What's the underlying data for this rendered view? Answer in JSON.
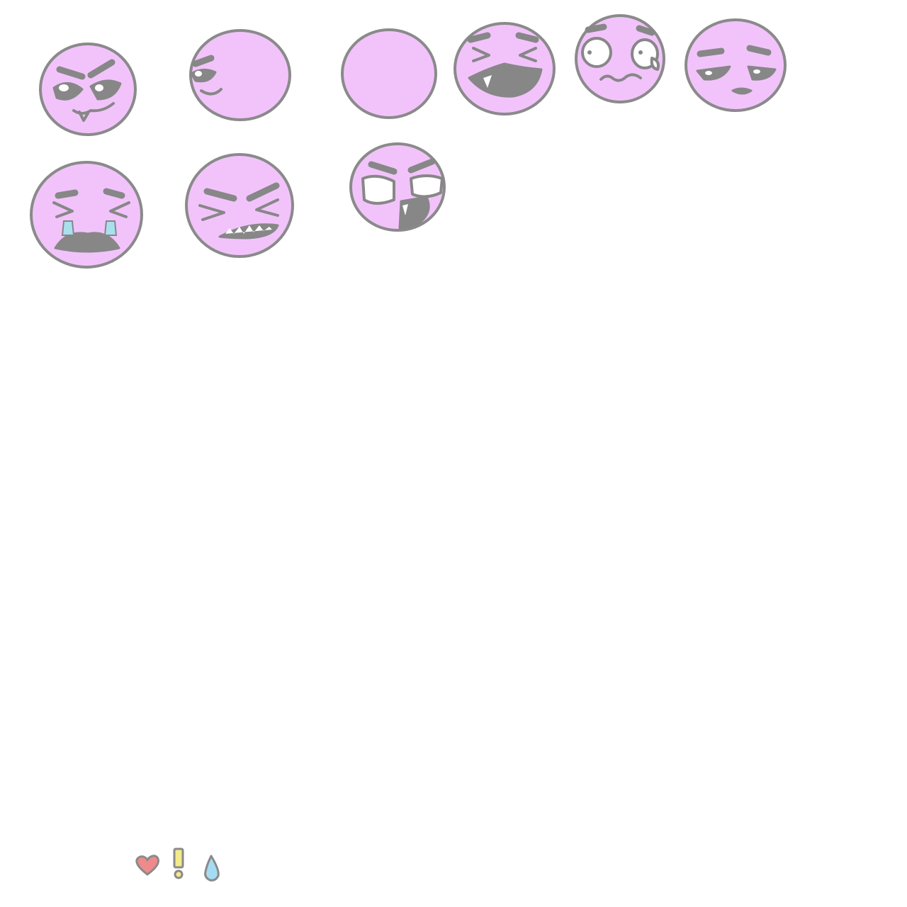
{
  "colors": {
    "background": "#ffffff",
    "face_fill": "#f2c3fb",
    "outline": "#8a8a8a",
    "dark_feature": "#878787",
    "eye_white": "#ffffff",
    "tear": "#a9e0ee",
    "heart": "#ef8a8a",
    "exclamation": "#f3ea8a",
    "droplet": "#a6dcf2"
  },
  "faces": [
    {
      "expression": "smug",
      "row": 1,
      "col": 1
    },
    {
      "expression": "side-glance-smile",
      "row": 1,
      "col": 2
    },
    {
      "expression": "blank",
      "row": 1,
      "col": 3
    },
    {
      "expression": "laughing",
      "row": 1,
      "col": 4
    },
    {
      "expression": "shocked-nervous",
      "row": 1,
      "col": 5
    },
    {
      "expression": "unimpressed",
      "row": 1,
      "col": 6
    },
    {
      "expression": "crying-laugh",
      "row": 2,
      "col": 1
    },
    {
      "expression": "angry-teeth",
      "row": 2,
      "col": 2
    },
    {
      "expression": "furious-shouting",
      "row": 2,
      "col": 3
    }
  ],
  "symbols": [
    {
      "icon": "heart-icon"
    },
    {
      "icon": "exclamation-icon"
    },
    {
      "icon": "droplet-icon"
    }
  ]
}
